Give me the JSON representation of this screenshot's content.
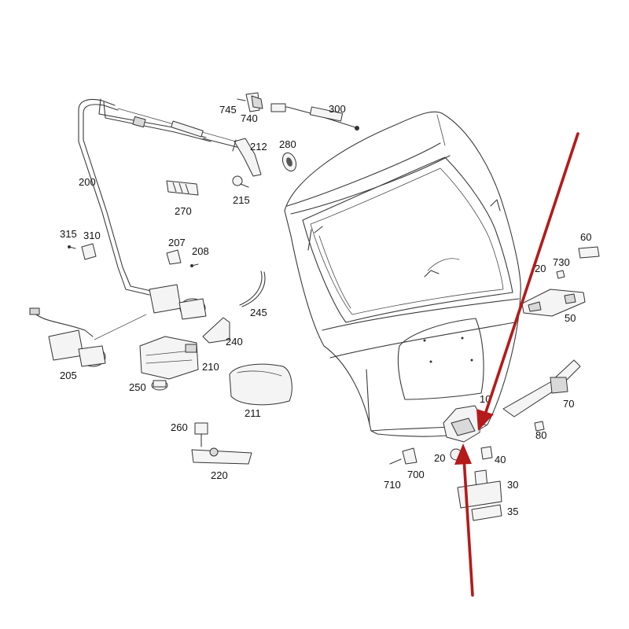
{
  "callouts": {
    "c745": "745",
    "c740": "740",
    "c300": "300",
    "c212": "212",
    "c280": "280",
    "c200": "200",
    "c215": "215",
    "c270": "270",
    "c315": "315",
    "c310": "310",
    "c207": "207",
    "c208": "208",
    "c60": "60",
    "c20a": "20",
    "c730": "730",
    "c245": "245",
    "c50": "50",
    "c240": "240",
    "c205": "205",
    "c210": "210",
    "c250": "250",
    "c211": "211",
    "c10": "10",
    "c70": "70",
    "c260": "260",
    "c80": "80",
    "c20b": "20",
    "c40": "40",
    "c710": "710",
    "c700": "700",
    "c220": "220",
    "c30": "30",
    "c35": "35"
  },
  "colors": {
    "arrow": "#b51a1a",
    "line": "#3a3a3a"
  }
}
